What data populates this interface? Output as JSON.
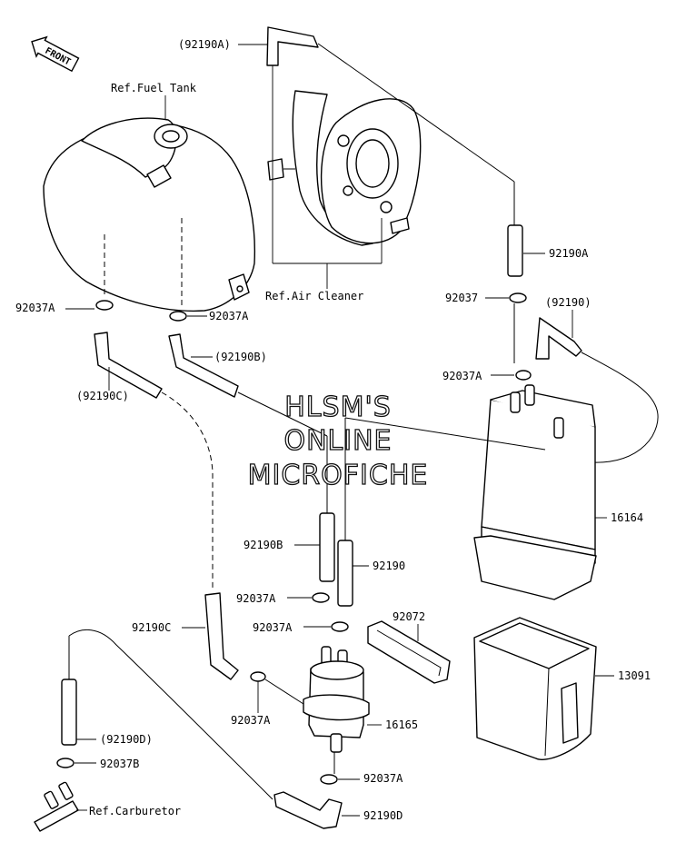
{
  "front_label": "FRONT",
  "watermark": {
    "line1": "HLSM'S",
    "line2": "ONLINE",
    "line3": "MICROFICHE"
  },
  "references": {
    "fuel_tank": "Ref.Fuel Tank",
    "air_cleaner": "Ref.Air Cleaner",
    "carburetor": "Ref.Carburetor"
  },
  "part_labels": {
    "hose_92190A_top": "(92190A)",
    "hose_92190A_right": "92190A",
    "clamp_92037_right": "92037",
    "hose_92190_paren": "(92190)",
    "clamp_92037A_canister": "92037A",
    "clamp_92037A_left": "92037A",
    "clamp_92037A_tank": "92037A",
    "hose_92190B_paren": "(92190B)",
    "hose_92190C_paren": "(92190C)",
    "canister_16164": "16164",
    "hose_92190B": "92190B",
    "hose_92190": "92190",
    "clamp_92037A_mid": "92037A",
    "clamp_92037A_filter_top": "92037A",
    "band_92072": "92072",
    "hose_92190C": "92190C",
    "holder_13091": "13091",
    "clamp_92037A_filter_side": "92037A",
    "separator_16165": "16165",
    "hose_92190D_paren": "(92190D)",
    "clamp_92037B": "92037B",
    "clamp_92037A_bottom": "92037A",
    "hose_92190D": "92190D"
  }
}
